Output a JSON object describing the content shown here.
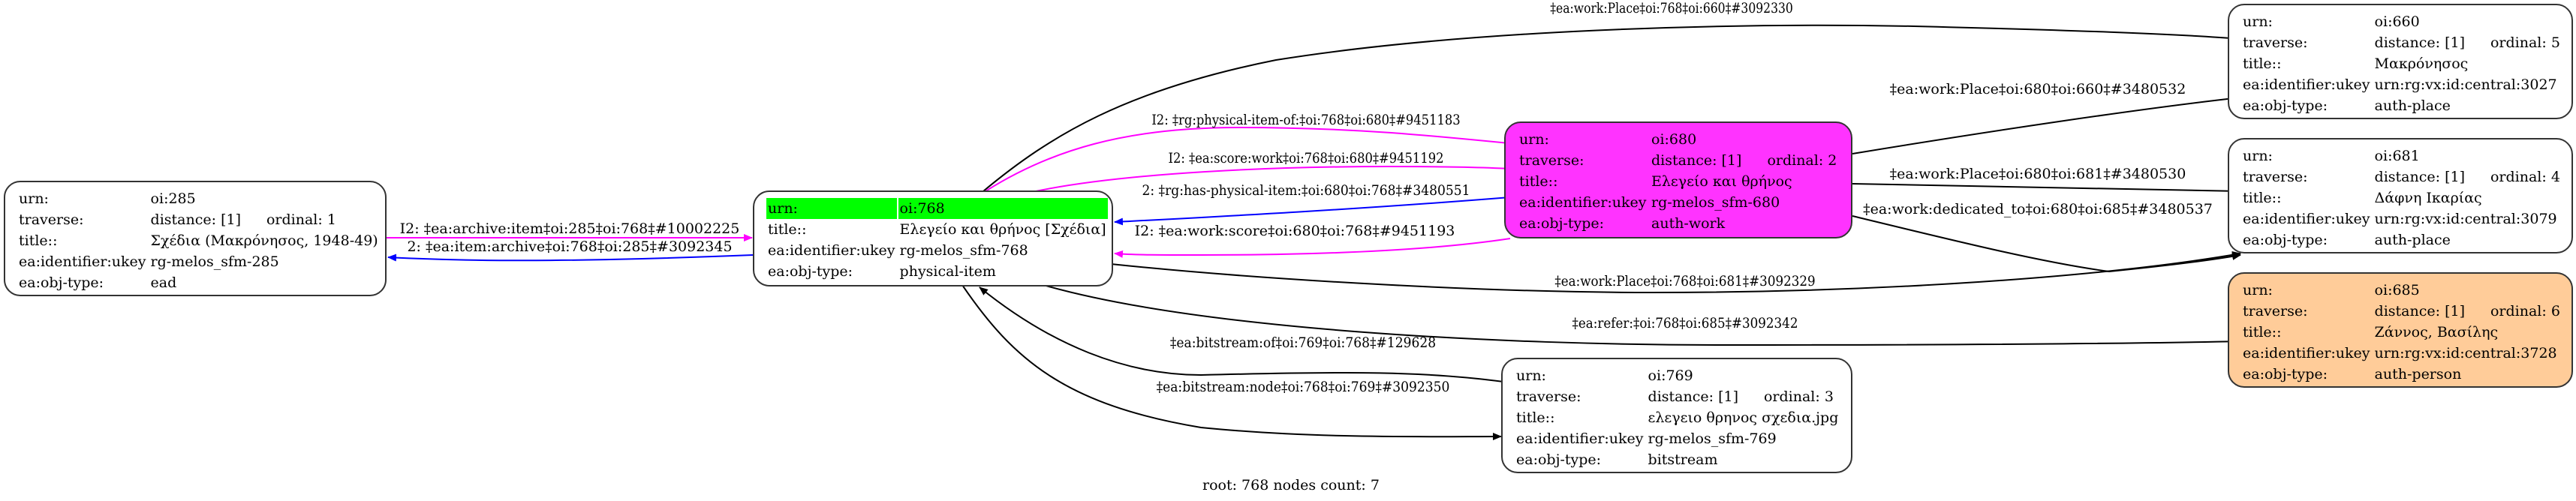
{
  "colors": {
    "node_border": "#333333",
    "root_highlight": "#00ff00",
    "work_fill": "#ff33ff",
    "person_fill": "#ffcc99",
    "edge_black": "#000000",
    "edge_magenta": "#ff00ff",
    "edge_blue": "#0000ff"
  },
  "nodes": {
    "n285": {
      "urn_key": "urn:",
      "urn": "oi:285",
      "traverse_key": "traverse:",
      "distance": "distance: [1]",
      "ordinal": "ordinal: 1",
      "title_key": "title::",
      "title": "Σχέδια (Μακρόνησος, 1948-49)",
      "ukey_key": "ea:identifier:ukey",
      "ukey": "rg-melos_sfm-285",
      "type_key": "ea:obj-type:",
      "type": "ead"
    },
    "n768": {
      "urn_key": "urn:",
      "urn": "oi:768",
      "title_key": "title::",
      "title": "Ελεγείο και θρήνος [Σχέδια]",
      "ukey_key": "ea:identifier:ukey",
      "ukey": "rg-melos_sfm-768",
      "type_key": "ea:obj-type:",
      "type": "physical-item"
    },
    "n680": {
      "urn_key": "urn:",
      "urn": "oi:680",
      "traverse_key": "traverse:",
      "distance": "distance: [1]",
      "ordinal": "ordinal: 2",
      "title_key": "title::",
      "title": "Ελεγείο και θρήνος",
      "ukey_key": "ea:identifier:ukey",
      "ukey": "rg-melos_sfm-680",
      "type_key": "ea:obj-type:",
      "type": "auth-work"
    },
    "n769": {
      "urn_key": "urn:",
      "urn": "oi:769",
      "traverse_key": "traverse:",
      "distance": "distance: [1]",
      "ordinal": "ordinal: 3",
      "title_key": "title::",
      "title": "ελεγειο θρηνος σχεδια.jpg",
      "ukey_key": "ea:identifier:ukey",
      "ukey": "rg-melos_sfm-769",
      "type_key": "ea:obj-type:",
      "type": "bitstream"
    },
    "n660": {
      "urn_key": "urn:",
      "urn": "oi:660",
      "traverse_key": "traverse:",
      "distance": "distance: [1]",
      "ordinal": "ordinal: 5",
      "title_key": "title::",
      "title": "Μακρόνησος",
      "ukey_key": "ea:identifier:ukey",
      "ukey": "urn:rg:vx:id:central:3027",
      "type_key": "ea:obj-type:",
      "type": "auth-place"
    },
    "n681": {
      "urn_key": "urn:",
      "urn": "oi:681",
      "traverse_key": "traverse:",
      "distance": "distance: [1]",
      "ordinal": "ordinal: 4",
      "title_key": "title::",
      "title": "Δάφνη Ικαρίας",
      "ukey_key": "ea:identifier:ukey",
      "ukey": "urn:rg:vx:id:central:3079",
      "type_key": "ea:obj-type:",
      "type": "auth-place"
    },
    "n685": {
      "urn_key": "urn:",
      "urn": "oi:685",
      "traverse_key": "traverse:",
      "distance": "distance: [1]",
      "ordinal": "ordinal: 6",
      "title_key": "title::",
      "title": "Ζάννος, Βασίλης",
      "ukey_key": "ea:identifier:ukey",
      "ukey": "urn:rg:vx:id:central:3728",
      "type_key": "ea:obj-type:",
      "type": "auth-person"
    }
  },
  "edges": [
    {
      "id": "e1",
      "from": "oi:285",
      "to": "oi:768",
      "color": "magenta",
      "label": "I2: ‡ea:archive:item‡oi:285‡oi:768‡#10002225"
    },
    {
      "id": "e2",
      "from": "oi:768",
      "to": "oi:285",
      "color": "blue",
      "label": "2: ‡ea:item:archive‡oi:768‡oi:285‡#3092345"
    },
    {
      "id": "e3",
      "from": "oi:768",
      "to": "oi:660",
      "color": "black",
      "label": "‡ea:work:Place‡oi:768‡oi:660‡#3092330"
    },
    {
      "id": "e4",
      "from": "oi:768",
      "to": "oi:680",
      "color": "magenta",
      "label": "I2: ‡rg:physical-item-of:‡oi:768‡oi:680‡#9451183"
    },
    {
      "id": "e5",
      "from": "oi:768",
      "to": "oi:680",
      "color": "magenta",
      "label": "I2: ‡ea:score:work‡oi:768‡oi:680‡#9451192"
    },
    {
      "id": "e6",
      "from": "oi:680",
      "to": "oi:768",
      "color": "blue",
      "label": "2: ‡rg:has-physical-item:‡oi:680‡oi:768‡#3480551"
    },
    {
      "id": "e7",
      "from": "oi:680",
      "to": "oi:768",
      "color": "magenta",
      "label": "I2: ‡ea:work:score‡oi:680‡oi:768‡#9451193"
    },
    {
      "id": "e8",
      "from": "oi:680",
      "to": "oi:660",
      "color": "black",
      "label": "‡ea:work:Place‡oi:680‡oi:660‡#3480532"
    },
    {
      "id": "e9",
      "from": "oi:680",
      "to": "oi:681",
      "color": "black",
      "label": "‡ea:work:Place‡oi:680‡oi:681‡#3480530"
    },
    {
      "id": "e10",
      "from": "oi:680",
      "to": "oi:685",
      "color": "black",
      "label": "‡ea:work:dedicated_to‡oi:680‡oi:685‡#3480537"
    },
    {
      "id": "e11",
      "from": "oi:768",
      "to": "oi:681",
      "color": "black",
      "label": "‡ea:work:Place‡oi:768‡oi:681‡#3092329"
    },
    {
      "id": "e12",
      "from": "oi:768",
      "to": "oi:685",
      "color": "black",
      "label": "‡ea:refer:‡oi:768‡oi:685‡#3092342"
    },
    {
      "id": "e13",
      "from": "oi:769",
      "to": "oi:768",
      "color": "black",
      "label": "‡ea:bitstream:of‡oi:769‡oi:768‡#129628"
    },
    {
      "id": "e14",
      "from": "oi:768",
      "to": "oi:769",
      "color": "black",
      "label": "‡ea:bitstream:node‡oi:768‡oi:769‡#3092350"
    }
  ],
  "footer": "root: 768 nodes count: 7"
}
